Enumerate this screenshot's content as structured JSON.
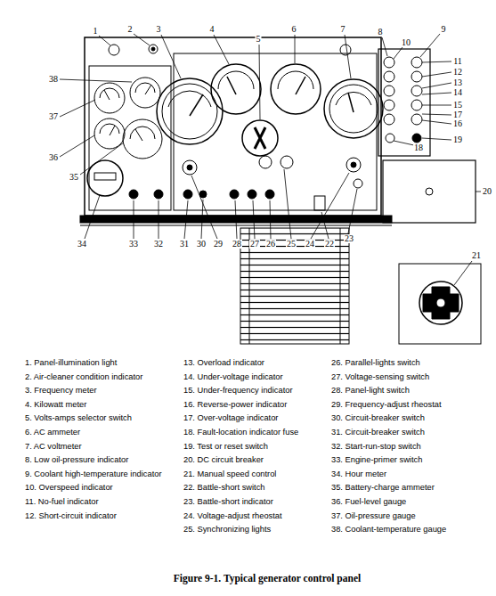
{
  "diagram": {
    "caption": "Figure 9-1. Typical generator control panel",
    "labels": [
      "1",
      "2",
      "3",
      "4",
      "5",
      "6",
      "7",
      "8",
      "9",
      "10",
      "11",
      "12",
      "13",
      "14",
      "15",
      "16",
      "17",
      "18",
      "19",
      "20",
      "21",
      "22",
      "23",
      "24",
      "25",
      "26",
      "27",
      "28",
      "29",
      "30",
      "31",
      "32",
      "33",
      "34",
      "35",
      "36",
      "37",
      "38",
      "1. Panel-illumination light",
      "2. Air-cleaner condition indicator",
      "3. Frequency meter",
      "4. Kilowatt meter",
      "5. Volts-amps selector switch",
      "6. AC ammeter",
      "7. AC voltmeter",
      "8. Low oil-pressure indicator",
      "9. Coolant high-temperature indicator",
      "10. Overspeed indicator",
      "11. No-fuel indicator",
      "12. Short-circuit indicator",
      "13. Overload indicator",
      "14. Under-voltage indicator",
      "15. Under-frequency indicator",
      "16. Reverse-power indicator",
      "17. Over-voltage indicator",
      "18. Fault-location indicator fuse",
      "19. Test or reset switch",
      "20. DC circuit breaker",
      "21. Manual speed control",
      "22. Battle-short switch",
      "23. Battle-short indicator",
      "24. Voltage-adjust rheostat",
      "25. Synchronizing lights",
      "26. Parallel-lights switch",
      "27. Voltage-sensing switch",
      "28. Panel-light switch",
      "29. Frequency-adjust rheostat",
      "30. Circuit-breaker switch",
      "31. Circuit-breaker switch",
      "32. Start-run-stop switch",
      "33. Engine-primer switch",
      "34. Hour meter",
      "35. Battery-charge ammeter",
      "36. Fuel-level gauge",
      "37. Oil-pressure gauge",
      "38. Coolant-temperature gauge"
    ]
  }
}
